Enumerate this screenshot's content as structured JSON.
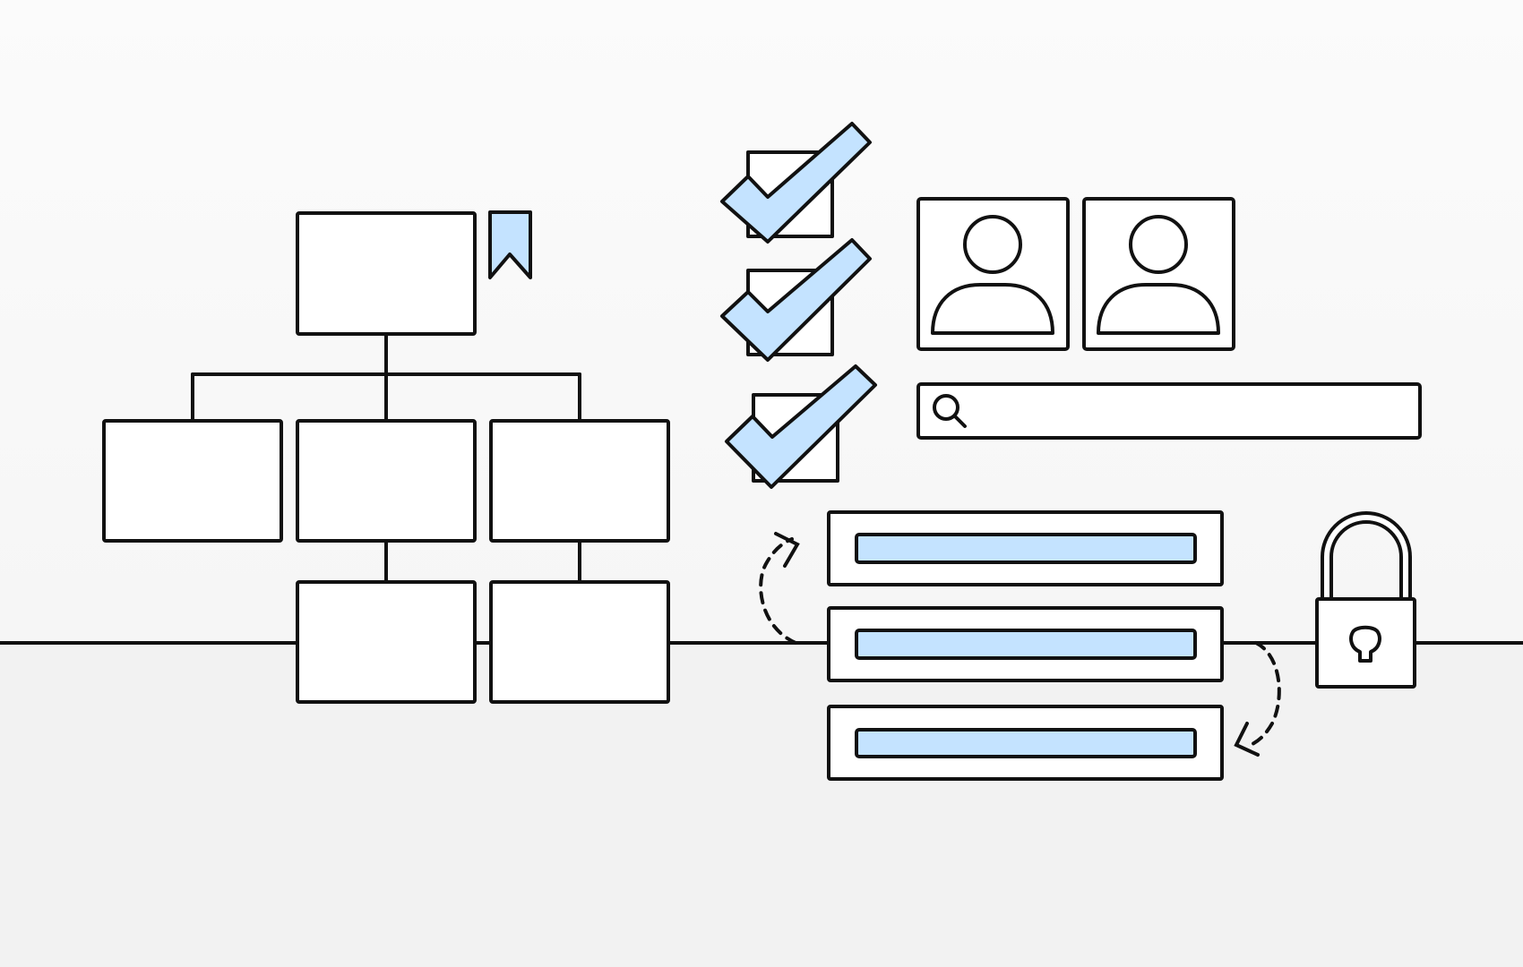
{
  "colors": {
    "background_top": "#fbfbfb",
    "background_bottom": "#f2f2f2",
    "stroke": "#111111",
    "fill_white": "#ffffff",
    "accent_fill": "#c4e3ff"
  },
  "icons": {
    "bookmark": "bookmark-icon",
    "checkmark": "checkmark-icon",
    "user": "user-icon",
    "search": "search-icon",
    "lock": "padlock-icon",
    "reorder_up": "curved-arrow-up-icon",
    "reorder_down": "curved-arrow-down-icon"
  },
  "illustration": {
    "org_chart": {
      "levels": 3,
      "boxes": 6
    },
    "checklist": {
      "items": 3,
      "checked": 3
    },
    "user_cards": 2,
    "search_bar": {
      "value": ""
    },
    "sortable_list": {
      "items": 3
    }
  }
}
